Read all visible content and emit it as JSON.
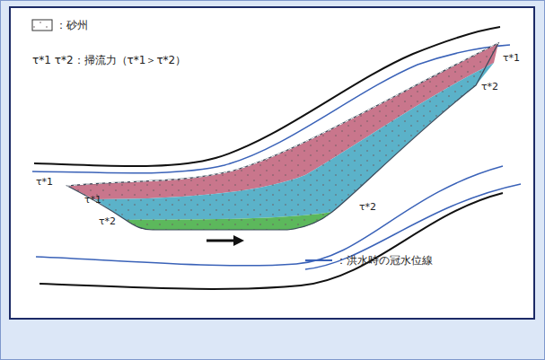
{
  "diagram": {
    "labels": [
      "τ*1 τ*2：掃流力（τ*1＞τ*2）",
      "τ*1",
      "τ*1",
      "τ*2",
      "τ*1",
      "τ*2",
      "τ*2"
    ],
    "legend": [
      {
        "text": "：砂州"
      },
      {
        "text": "：洪水時の冠水位線"
      }
    ]
  }
}
